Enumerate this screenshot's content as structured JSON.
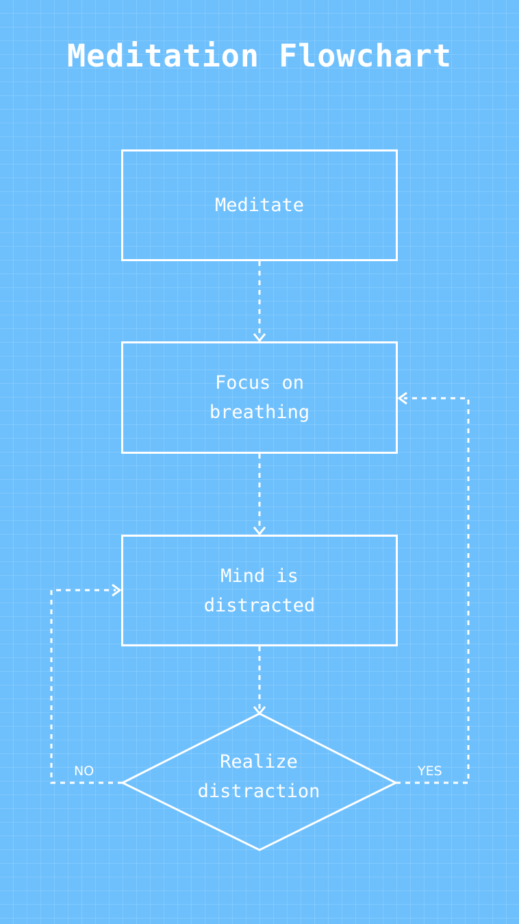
{
  "title": "Meditation Flowchart",
  "theme": {
    "background": "#6ec0fd",
    "grid_line": "rgba(255,255,255,0.13)",
    "stroke": "#ffffff",
    "text": "#ffffff"
  },
  "chart_data": {
    "type": "diagram",
    "diagram_kind": "flowchart",
    "title": "Meditation Flowchart",
    "orientation": "top-to-bottom",
    "nodes": [
      {
        "id": "meditate",
        "shape": "rectangle",
        "label": "Meditate"
      },
      {
        "id": "focus",
        "shape": "rectangle",
        "label": "Focus on\nbreathing"
      },
      {
        "id": "distracted",
        "shape": "rectangle",
        "label": "Mind is\ndistracted"
      },
      {
        "id": "realize",
        "shape": "diamond",
        "label": "Realize\ndistraction"
      }
    ],
    "edges": [
      {
        "from": "meditate",
        "to": "focus",
        "label": "",
        "style": "dashed",
        "arrow": true
      },
      {
        "from": "focus",
        "to": "distracted",
        "label": "",
        "style": "dashed",
        "arrow": true
      },
      {
        "from": "distracted",
        "to": "realize",
        "label": "",
        "style": "dashed",
        "arrow": true
      },
      {
        "from": "realize",
        "to": "distracted",
        "label": "NO",
        "style": "dashed",
        "arrow": true
      },
      {
        "from": "realize",
        "to": "focus",
        "label": "YES",
        "style": "dashed",
        "arrow": true
      }
    ]
  },
  "nodes": {
    "meditate": {
      "label": "Meditate"
    },
    "focus": {
      "label": "Focus on\nbreathing"
    },
    "distracted": {
      "label": "Mind is\ndistracted"
    },
    "realize": {
      "label": "Realize\ndistraction"
    }
  },
  "edge_labels": {
    "no": "NO",
    "yes": "YES"
  }
}
